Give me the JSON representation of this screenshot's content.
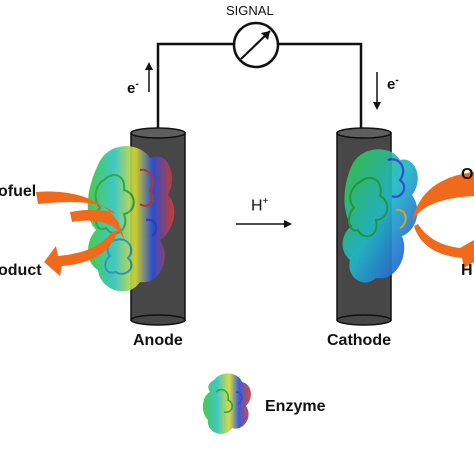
{
  "signal_label": "SIGNAL",
  "electron_label": "e",
  "electron_superscript": "-",
  "proton_label": "H",
  "proton_superscript": "+",
  "anode_label": "Anode",
  "cathode_label": "Cathode",
  "left_input_label": "ofuel",
  "left_output_label": "oduct",
  "right_input_label": "O",
  "right_output_label": "H",
  "enzyme_label": "Enzyme",
  "colors": {
    "electrode": "#474747",
    "electrode_top": "#5e5e5e",
    "arrow_orange": "#ef6a1a",
    "wire": "#111111"
  }
}
